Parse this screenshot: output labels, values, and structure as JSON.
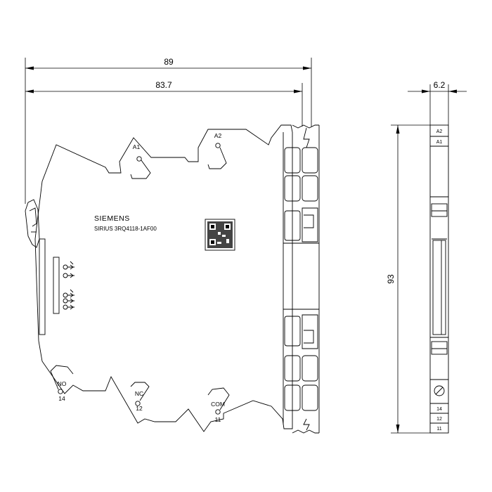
{
  "dimensions": {
    "overall_width": "89",
    "body_width": "83.7",
    "side_width": "6.2",
    "height": "93"
  },
  "device": {
    "brand": "SIEMENS",
    "model": "SIRIUS 3RQ4118-1AF00"
  },
  "terminals": {
    "a1": "A1",
    "a2": "A2",
    "no_label": "NO",
    "no_number": "14",
    "nc_label": "NC",
    "nc_number": "12",
    "com_label": "COM",
    "com_number": "11"
  },
  "side_view_labels": {
    "top1": "A2",
    "top2": "A1",
    "bottom1": "14",
    "bottom2": "12",
    "bottom3": "11"
  }
}
